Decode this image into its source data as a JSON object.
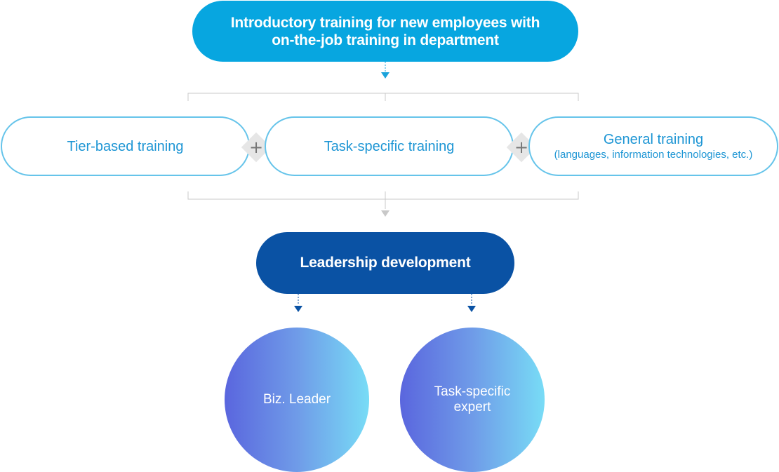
{
  "top": {
    "line1": "Introductory training for new employees with",
    "line2": "on-the-job training in department"
  },
  "trainings": [
    {
      "label": "Tier-based training",
      "sub": ""
    },
    {
      "label": "Task-specific training",
      "sub": ""
    },
    {
      "label": "General training",
      "sub": "(languages, information technologies, etc.)"
    }
  ],
  "plus_glyph": "+",
  "leadership": {
    "label": "Leadership development"
  },
  "outcomes": [
    {
      "line1": "Biz. Leader",
      "line2": ""
    },
    {
      "line1": "Task-specific",
      "line2": "expert"
    }
  ],
  "colors": {
    "top_pill": "#07a6e0",
    "outline": "#66c4ea",
    "outline_text": "#1c95d4",
    "leadership_pill": "#0a52a4",
    "circle_gradient": [
      "#5a66de",
      "#78dcf6"
    ]
  }
}
